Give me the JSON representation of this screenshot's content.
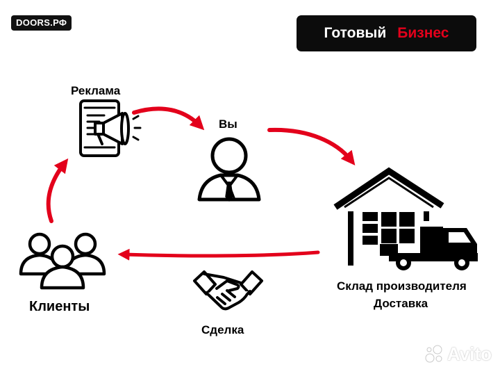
{
  "logo": {
    "text": "DOORS.РФ"
  },
  "banner": {
    "word1": "Готовый",
    "word2": "Бизнес",
    "accent_color": "#e3001b"
  },
  "nodes": {
    "advertising": {
      "label": "Реклама",
      "icon": "phone-megaphone-icon"
    },
    "you": {
      "label": "Вы",
      "icon": "businessman-icon"
    },
    "warehouse": {
      "label_line1": "Склад производителя",
      "label_line2": "Доставка",
      "icon": "warehouse-truck-icon"
    },
    "deal": {
      "label": "Сделка",
      "icon": "handshake-icon"
    },
    "clients": {
      "label": "Клиенты",
      "icon": "people-group-icon"
    }
  },
  "arrow_color": "#e3001b",
  "watermark": {
    "text": "Avito"
  }
}
